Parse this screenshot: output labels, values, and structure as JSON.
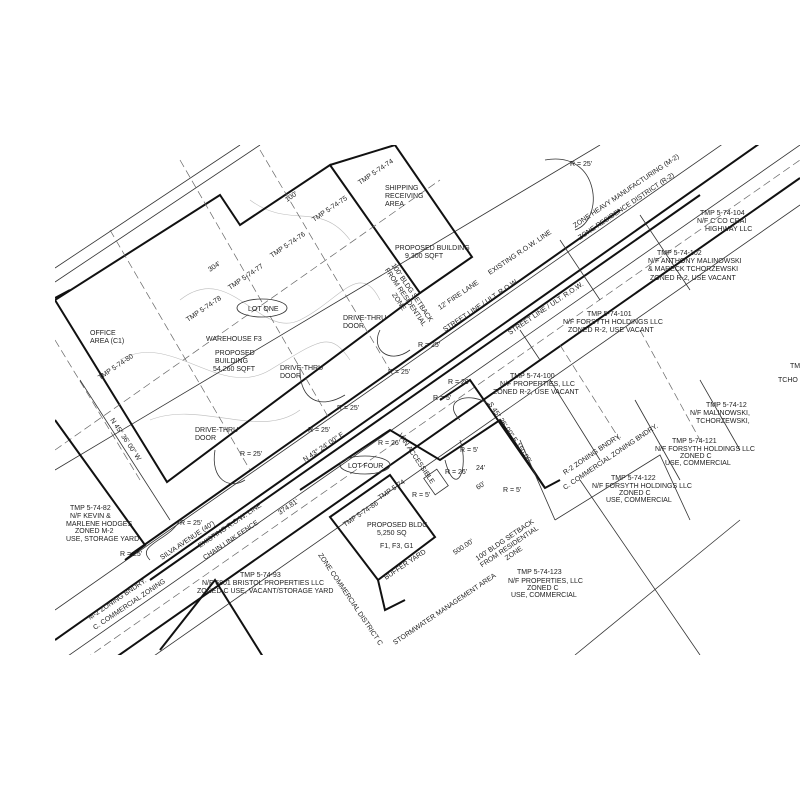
{
  "drawing": {
    "title": "Site Plan",
    "labels": {
      "shipping": [
        "SHIPPING",
        "RECEIVING",
        "AREA"
      ],
      "bldg9300": [
        "PROPOSED BUILDING",
        "9,300 SQFT"
      ],
      "lot_one": "LOT ONE",
      "warehouse": [
        "WAREHOUSE F3",
        "PROPOSED",
        "BUILDING",
        "54,260 SQFT"
      ],
      "office": [
        "OFFICE",
        "AREA (C1)"
      ],
      "drive_thru_1": [
        "DRIVE-THRU",
        "DOOR"
      ],
      "drive_thru_2": [
        "DRIVE-THRU",
        "DOOR"
      ],
      "drive_thru_3": [
        "DRIVE-THRU",
        "DOOR"
      ],
      "lot_four": "LOT FOUR",
      "bldg5250": [
        "PROPOSED BLDG",
        "5,250 SQ",
        "F1, F3, G1"
      ],
      "street_line": "STREET LINE / ULT. R.O.W.",
      "fire_lane": "12' FIRE LANE",
      "existing_row": "EXISTING R.O.W. LINE",
      "street_line_2": "STREET LINE / ULT. R.O.W.",
      "zone_residence": "ZONE RESIDENCE DISTRICT (R-2)",
      "zone_heavy": "ZONE HEAVY MANUFACTURING (M-2)",
      "setback_1": "100' BLDG SETBACK FROM RESIDENTIAL ZONE",
      "setback_2": "100' BLDG SETBACK FROM RESIDENTIAL ZONE",
      "silva_avenue": "SILVA AVENUE (40')",
      "existing_row_2": "EXISTING R.O.W. LINE",
      "chain_link": "CHAIN LINK FENCE",
      "r2_zoning": "R-2 ZONING BNDRY.",
      "c_zoning": "C. COMMERCIAL ZONING BNDRY.",
      "m2_zoning": "M-2 ZONING BNDRY.",
      "c_zoning_2": "C. COMMERCIAL ZONING",
      "stormwater": "STORMWATER MANAGEMENT AREA",
      "buffer_yard": "BUFFER YARD",
      "zone_commercial": "ZONE COMMERCIAL DISTRICT C",
      "van_accessible": "VAN ACCESSIBLE",
      "bearing_1": "N 43° 24' 00\" E",
      "bearing_2": "S 45° 36' 00\" E  150.00'",
      "bearing_3": "N 45° 36' 00\" W",
      "dim_374": "374.81'",
      "dim_304": "304'",
      "dim_100": "100'",
      "dim_24": "24'",
      "dim_60": "60'",
      "dim_500": "500.00'"
    },
    "radii": [
      "R = 25'",
      "R = 25'",
      "R = 25'",
      "R = 25'",
      "R = 25'",
      "R = 25'",
      "R = 25'",
      "R = 25'",
      "R = 20'",
      "R = 5'",
      "R = 5'",
      "R = 5'",
      "R = 26'",
      "R = 5'",
      "R = 26'"
    ],
    "parcels": [
      {
        "tmp": "TMP 5-74-104",
        "owner": "N/F C CO CRAI",
        "use": "HIGHWAY LLC"
      },
      {
        "tmp": "TMP 5-74-102",
        "owner": "N/F ANTHONY MALINOWSKI",
        "owner2": "& MARECK TCHORZEWSKI",
        "use": "ZONED R-2, USE VACANT"
      },
      {
        "tmp": "TMP 5-74-101",
        "owner": "N/F FORSYTH HOLDINGS LLC",
        "use": "ZONED R-2, USE VACANT"
      },
      {
        "tmp": "TMP 5-74-100",
        "owner": "N/F PROPERTIES, LLC",
        "use": "ZONED R-2, USE VACANT"
      },
      {
        "tmp": "TMP 5-74-12",
        "owner": "N/F MALINOWSKI,",
        "use": "TCHORZEWSKI,"
      },
      {
        "tmp": "TMP 5-74-121",
        "owner": "N/F FORSYTH HOLDINGS LLC",
        "zone": "ZONED C",
        "use": "USE, COMMERCIAL"
      },
      {
        "tmp": "TMP 5-74-122",
        "owner": "N/F FORSYTH HOLDINGS LLC",
        "zone": "ZONED C",
        "use": "USE, COMMERCIAL"
      },
      {
        "tmp": "TMP 5-74-123",
        "owner": "N/F PROPERTIES, LLC",
        "zone": "ZONED C",
        "use": "USE, COMMERCIAL"
      },
      {
        "tmp": "TMP 5-74-82",
        "owner": "N/F KEVIN &",
        "owner2": "MARLENE HODGES",
        "zone": "ZONED M-2",
        "use": "USE, STORAGE YARD"
      },
      {
        "tmp": "TMP 5-74-93",
        "owner": "N/F 6801 BRISTOL PROPERTIES LLC",
        "use": "ZONED C USE, VACANT/STORAGE YARD"
      },
      {
        "tmp": "TM",
        "owner": "TCHO"
      }
    ],
    "tmp_tags": [
      "TMP 5-74-74",
      "TMP 5-74-75",
      "TMP 5-74-76",
      "TMP 5-74-77",
      "TMP 5-74-78",
      "TMP 5-74-80",
      "TMP 5-74-86",
      "TMP 5-74"
    ]
  }
}
